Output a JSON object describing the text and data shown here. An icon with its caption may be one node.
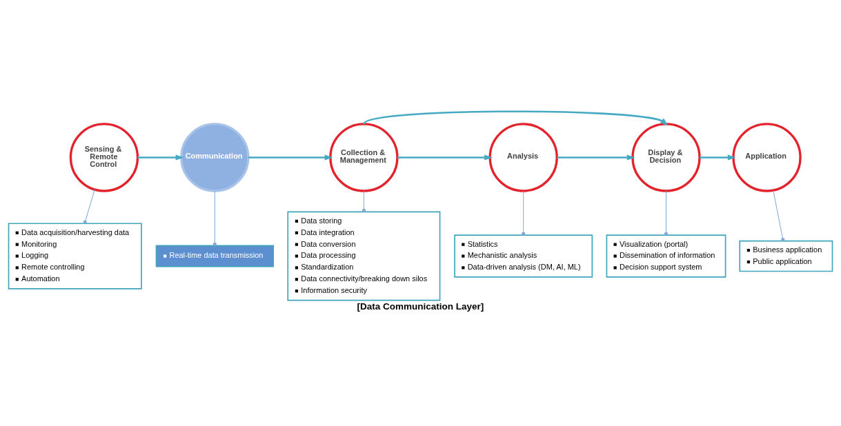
{
  "diagram": {
    "caption": "[Data Communication Layer]",
    "nodes": [
      {
        "text": [
          "Sensing & Remote Control"
        ]
      },
      {
        "text": [
          "Communication"
        ]
      },
      {
        "text": [
          "Collection & Management"
        ]
      },
      {
        "text": [
          "Analysis"
        ]
      },
      {
        "text": [
          "Display & Decision"
        ]
      },
      {
        "text": [
          "Application"
        ]
      },
      {
        "text": [
          "Data acquisition/harvesting data",
          "Monitoring",
          "Logging",
          "Remote controlling",
          "Automation"
        ]
      },
      {
        "text": [
          "Real-time data transmission"
        ]
      },
      {
        "text": [
          "Data storing",
          "Data integration",
          "Data conversion",
          "Data processing",
          "Standardization",
          "Data connectivity/breaking down silos",
          "Information security"
        ]
      },
      {
        "text": [
          "Statistics",
          "Mechanistic analysis",
          "Data-driven analysis (DM, AI, ML)"
        ]
      },
      {
        "text": [
          "Visualization (portal)",
          "Dissemination of information",
          "Decision support system"
        ]
      },
      {
        "text": [
          "Business application",
          "Public application"
        ]
      }
    ],
    "edges": [
      {
        "from": 0,
        "to": 1,
        "arrow": "to"
      },
      {
        "from": 1,
        "to": 2,
        "arrow": "to"
      },
      {
        "from": 2,
        "to": 3,
        "arrow": "to"
      },
      {
        "from": 3,
        "to": 4,
        "arrow": "to"
      },
      {
        "from": 4,
        "to": 5,
        "arrow": "to"
      },
      {
        "from": 2,
        "to": 4,
        "arrow": "to"
      },
      {
        "from": 0,
        "to": 6,
        "arrow": "other"
      },
      {
        "from": 1,
        "to": 7,
        "arrow": "other"
      },
      {
        "from": 2,
        "to": 8,
        "arrow": "other"
      },
      {
        "from": 3,
        "to": 9,
        "arrow": "other"
      },
      {
        "from": 4,
        "to": 10,
        "arrow": "other"
      },
      {
        "from": 5,
        "to": 11,
        "arrow": "other"
      }
    ]
  }
}
